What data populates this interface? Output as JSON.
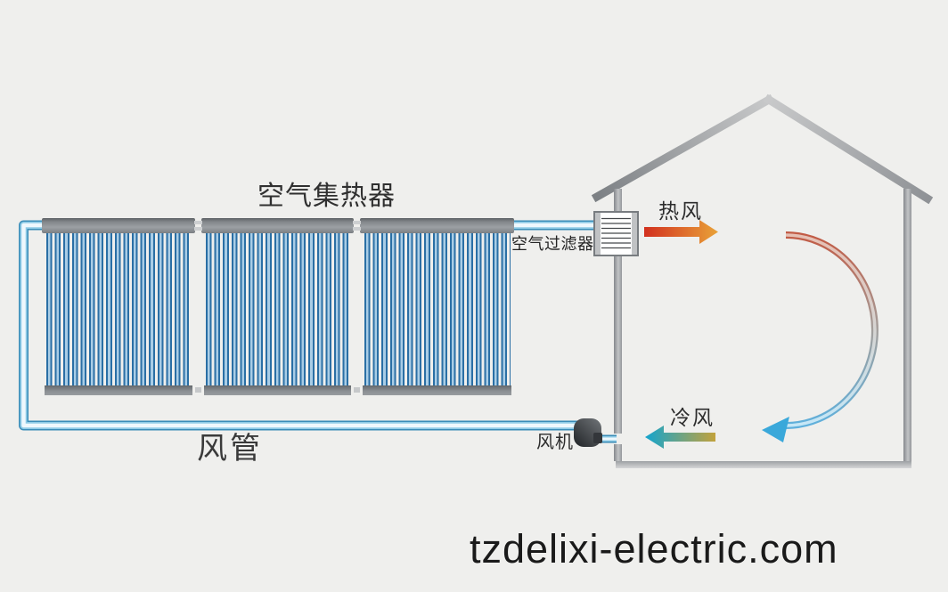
{
  "diagram": {
    "watermark": "tzdelixi-electric.com",
    "labels": {
      "collector": "空气集热器",
      "filter": "空气过滤器",
      "hot_air": "热风",
      "cold_air": "冷风",
      "fan": "风机",
      "duct": "风管"
    },
    "components": {
      "collector_panel_count": 3
    },
    "colors": {
      "background": "#efefed",
      "duct_edge_blue": "#3a8cb8",
      "duct_fill_light": "#eef8fd",
      "tube_blue": "#2a6fa5",
      "frame_gray": "#8d9195",
      "house_gray": "#9b9ea2",
      "hot_red": "#d2301f",
      "hot_orange": "#e9a238",
      "cold_teal": "#14a4ce",
      "cold_gold": "#c2a23c",
      "arc_warm": "#c25b45",
      "arc_cool": "#5fb0dc",
      "text_dark": "#2d2d2d"
    }
  }
}
